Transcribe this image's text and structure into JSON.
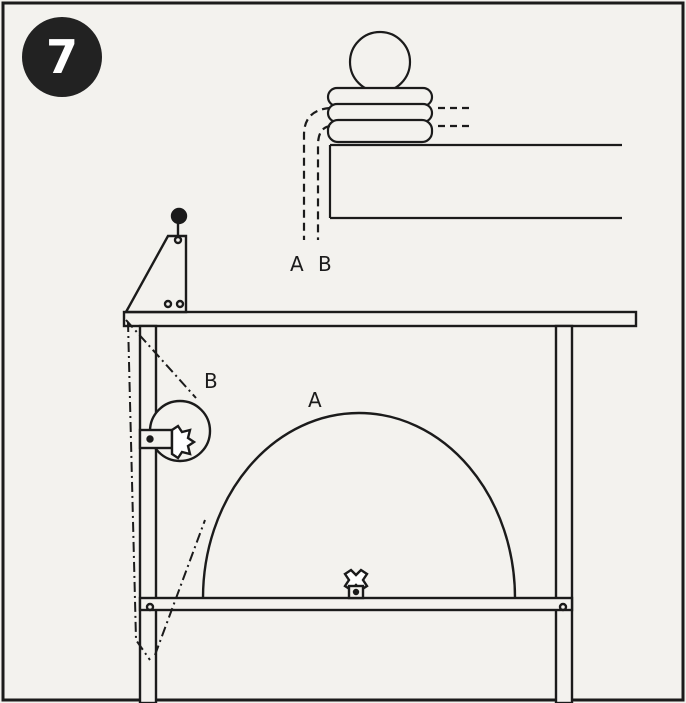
{
  "step": {
    "number": "7"
  },
  "labels": {
    "inset_a": "A",
    "inset_b": "B",
    "path_a": "A",
    "path_b": "B"
  },
  "colors": {
    "ink": "#1b1b1b",
    "paper": "#f3f2ee",
    "badge": "#222222"
  }
}
